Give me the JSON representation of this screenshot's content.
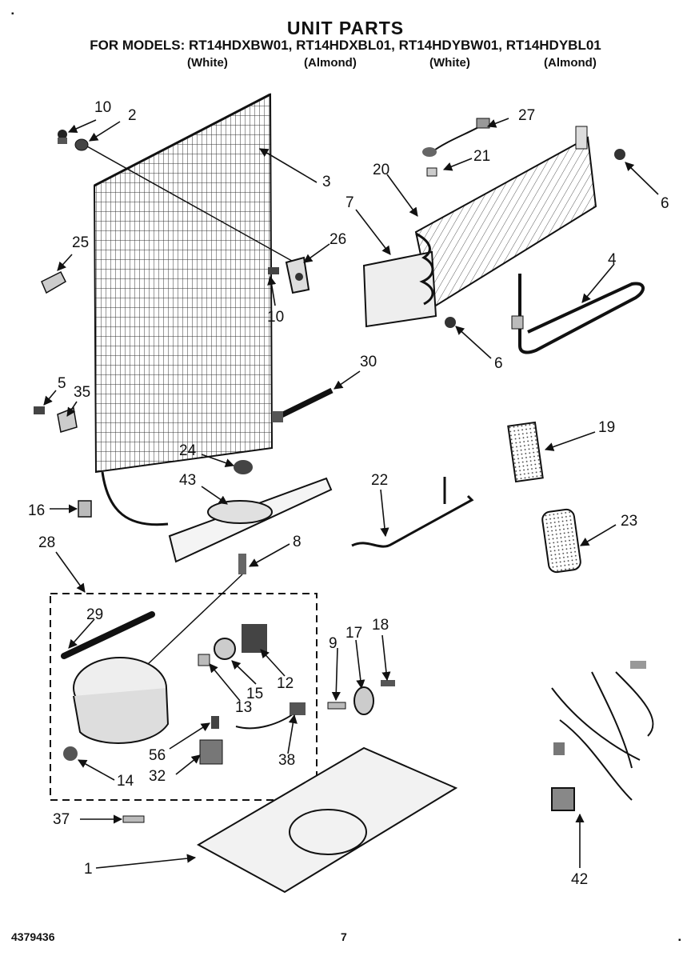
{
  "header": {
    "title": "UNIT PARTS",
    "models_line": "FOR MODELS: RT14HDXBW01, RT14HDXBL01, RT14HDYBW01, RT14HDYBL01",
    "colors": [
      "(White)",
      "(Almond)",
      "(White)",
      "(Almond)"
    ]
  },
  "callouts": [
    "10",
    "2",
    "3",
    "27",
    "21",
    "20",
    "7",
    "6",
    "25",
    "26",
    "10",
    "4",
    "6",
    "30",
    "5",
    "35",
    "24",
    "43",
    "19",
    "16",
    "22",
    "23",
    "28",
    "8",
    "29",
    "9",
    "17",
    "18",
    "12",
    "15",
    "13",
    "56",
    "32",
    "14",
    "38",
    "37",
    "1",
    "42"
  ],
  "footer": {
    "doc_number": "4379436",
    "page_number": "7"
  },
  "marks": {
    "top_left": "▪",
    "bottom_right": "▪"
  }
}
